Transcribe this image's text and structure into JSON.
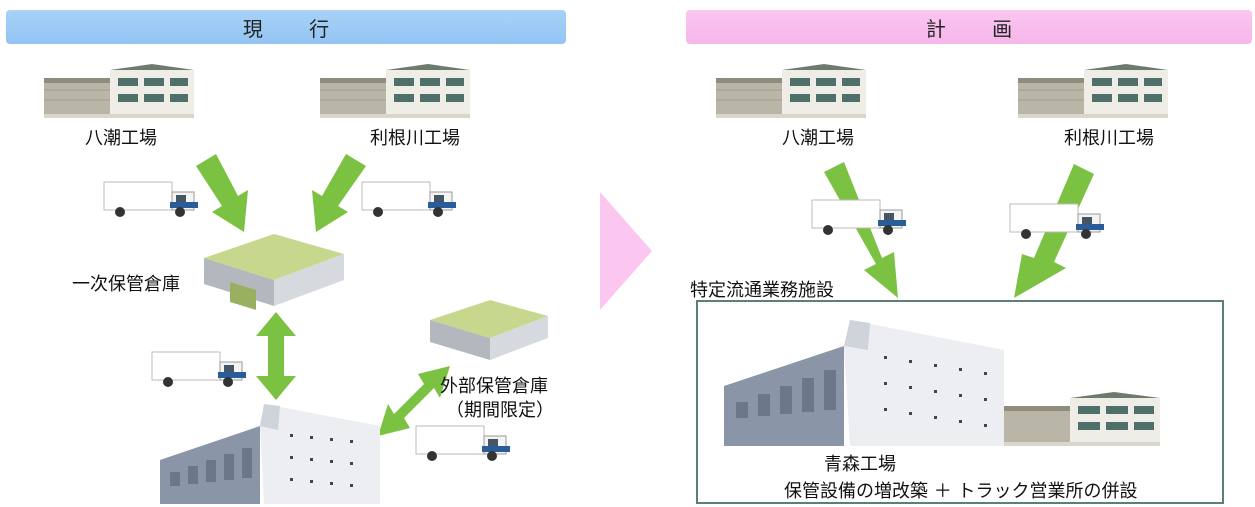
{
  "current": {
    "header": "現 行",
    "factory_left": "八潮工場",
    "factory_right": "利根川工場",
    "primary_warehouse": "一次保管倉庫",
    "external_warehouse": "外部保管倉庫",
    "external_note": "（期間限定）"
  },
  "plan": {
    "header": "計 画",
    "factory_left": "八潮工場",
    "factory_right": "利根川工場",
    "facility": "特定流通業務施設",
    "aomori": "青森工場",
    "caption": "保管設備の増改築 ＋ トラック営業所の併設"
  },
  "colors": {
    "current_header": "#9ccaf5",
    "plan_header": "#f8bdec",
    "arrow_green": "#7bc142",
    "transition_arrow": "#fbc7f0",
    "facility_border": "#5d7f7a"
  }
}
